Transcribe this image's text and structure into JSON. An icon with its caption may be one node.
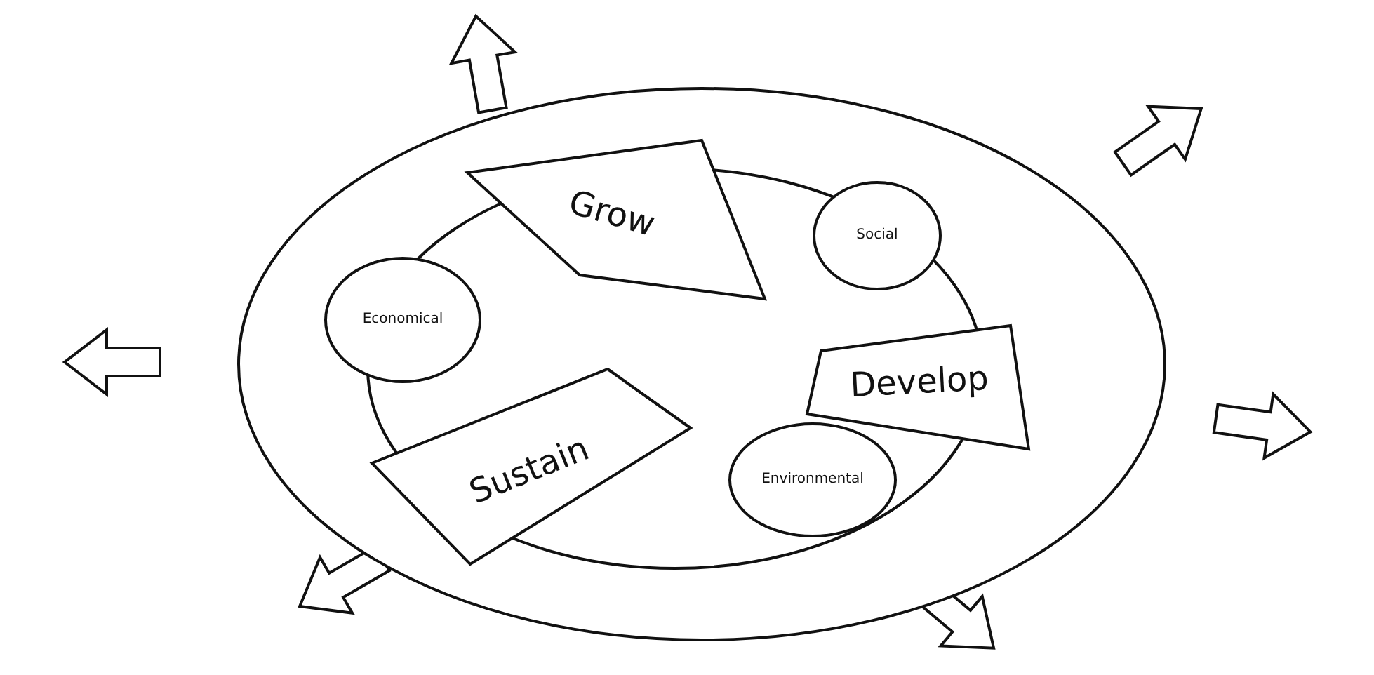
{
  "diagram": {
    "nodes": [
      {
        "text": [],
        "shape": "circle"
      },
      {
        "text": [],
        "shape": "circle",
        "in": 0
      },
      {
        "text": [
          "Grow"
        ],
        "in": 0
      },
      {
        "text": [
          "Social"
        ],
        "in": 1
      },
      {
        "text": [
          "Economical"
        ],
        "in": 0
      },
      {
        "text": [
          "Develop"
        ],
        "in": 0
      },
      {
        "text": [
          "Sustain"
        ],
        "in": 1
      },
      {
        "text": [
          "Environmental"
        ],
        "in": 1
      }
    ]
  }
}
